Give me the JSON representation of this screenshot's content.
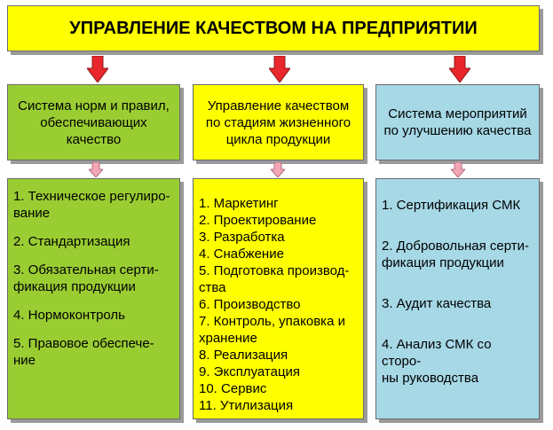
{
  "title": "УПРАВЛЕНИЕ КАЧЕСТВОМ НА ПРЕДПРИЯТИИ",
  "columns": [
    {
      "heading": "Система норм и правил,\nобеспечивающих\nкачество",
      "items": [
        "1. Техническое регулиро-\n    вание",
        "2. Стандартизация",
        "3. Обязательная серти-\n    фикация продукции",
        "4. Нормоконтроль",
        "5. Правовое обеспече-\n    ние"
      ]
    },
    {
      "heading": "Управление качеством\nпо стадиям жизненного\nцикла продукции",
      "items": [
        "1. Маркетинг",
        "2. Проектирование",
        "3. Разработка",
        "4. Снабжение",
        "5. Подготовка производ-\n    ства",
        "6. Производство",
        "7. Контроль, упаковка и\n    хранение",
        "8. Реализация",
        "9. Эксплуатация",
        "10. Сервис",
        "11. Утилизация"
      ]
    },
    {
      "heading": "Система мероприятий\nпо улучшению качества",
      "items": [
        "1. Сертификация СМК",
        "2. Добровольная серти-\n    фикация продукции",
        "3. Аудит качества",
        "4. Анализ СМК со сторо-\n    ны руководства"
      ]
    }
  ],
  "colors": {
    "title_bg": "#ffff00",
    "green": "#9acd32",
    "yellow": "#ffff00",
    "blue": "#a6d8e6",
    "red_arrow": "#e8262b",
    "pink_arrow": "#f4a6b6"
  },
  "icons": [
    "arrow-down-icon"
  ]
}
